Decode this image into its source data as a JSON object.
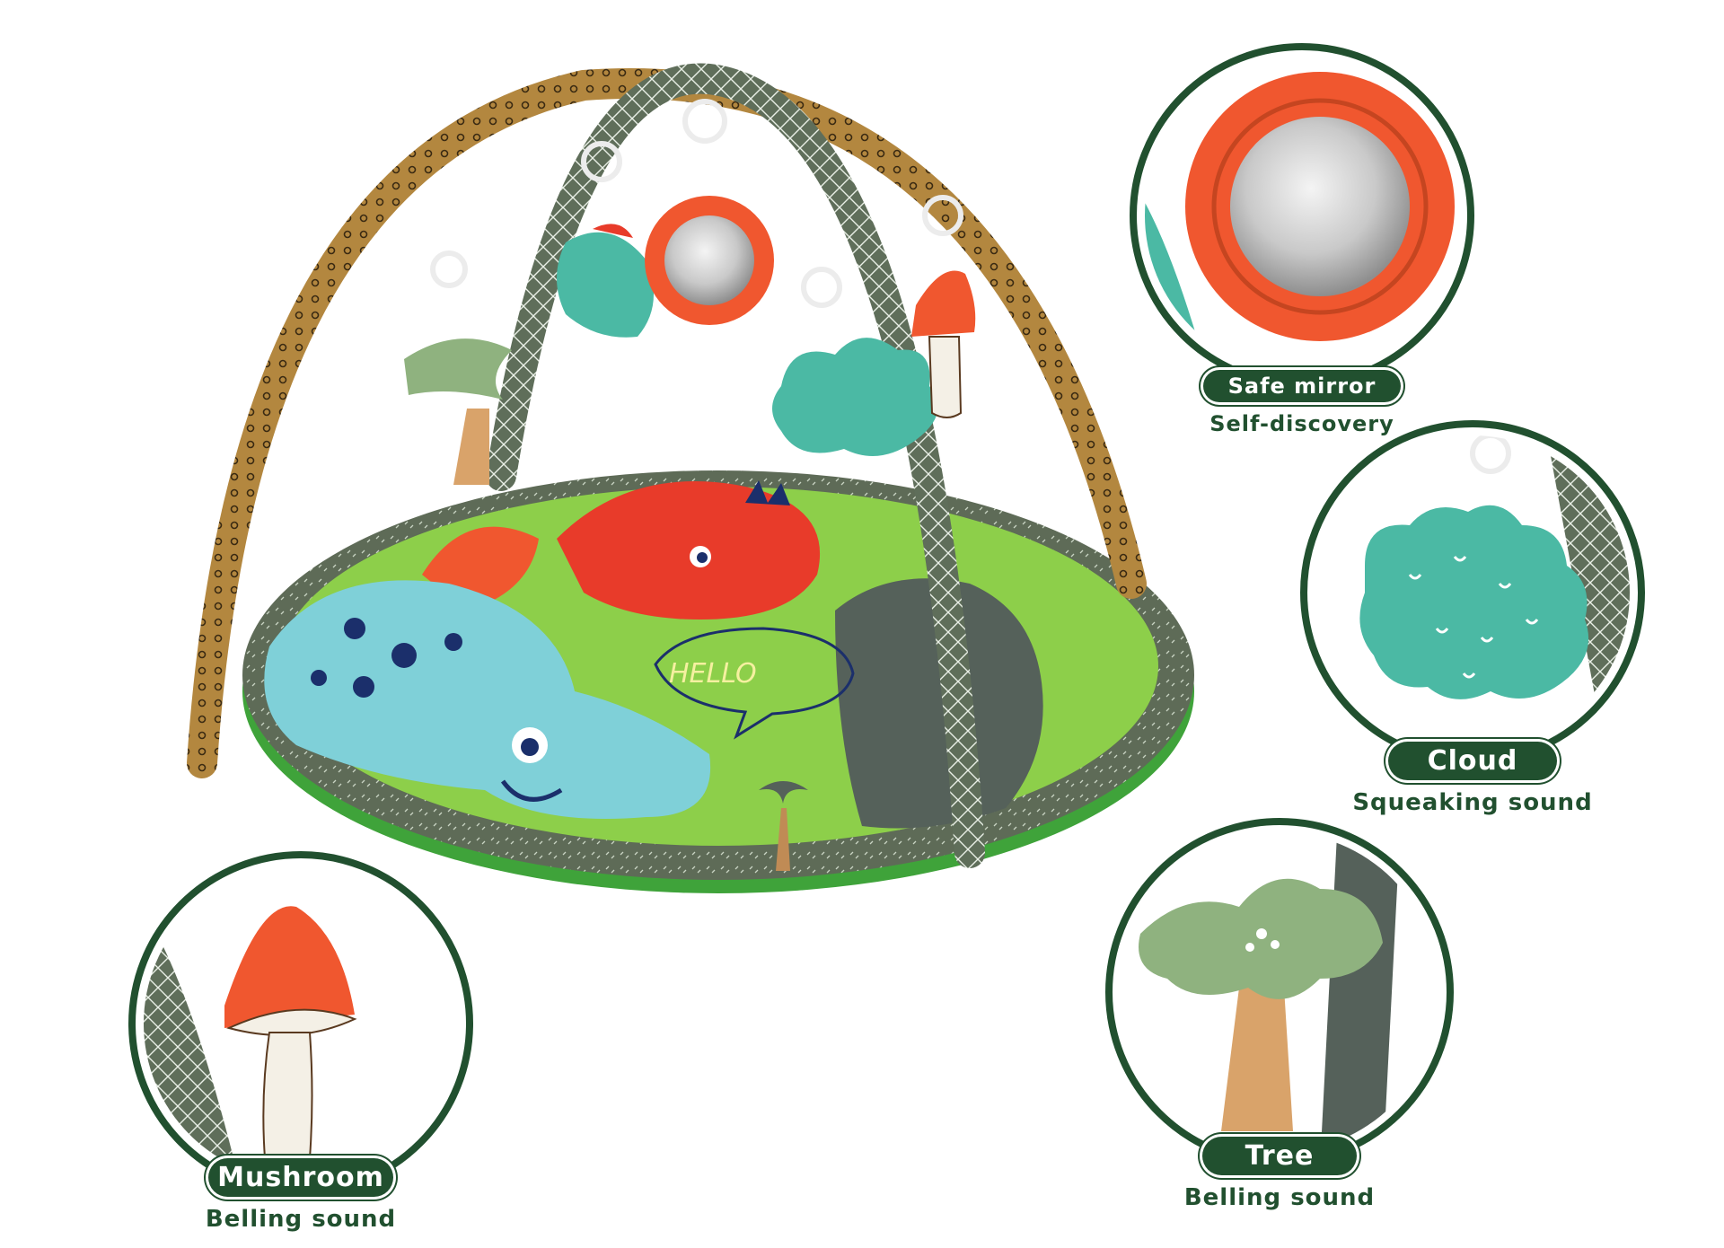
{
  "product": {
    "mat_text": "HELLO",
    "colors": {
      "dark_green": "#21502f",
      "mat_green": "#8dcf4a",
      "border_grey_green": "#5f6e5a",
      "arch_brown": "#b3873f",
      "orange": "#f0572f",
      "teal": "#4bb9a4",
      "light_blue": "#7fd0d8"
    }
  },
  "callouts": [
    {
      "name": "Safe mirror",
      "feature": "Self-discovery",
      "icon": "mirror-icon"
    },
    {
      "name": "Cloud",
      "feature": "Squeaking sound",
      "icon": "cloud-icon"
    },
    {
      "name": "Tree",
      "feature": "Belling sound",
      "icon": "tree-icon"
    },
    {
      "name": "Mushroom",
      "feature": "Belling sound",
      "icon": "mushroom-icon"
    }
  ]
}
